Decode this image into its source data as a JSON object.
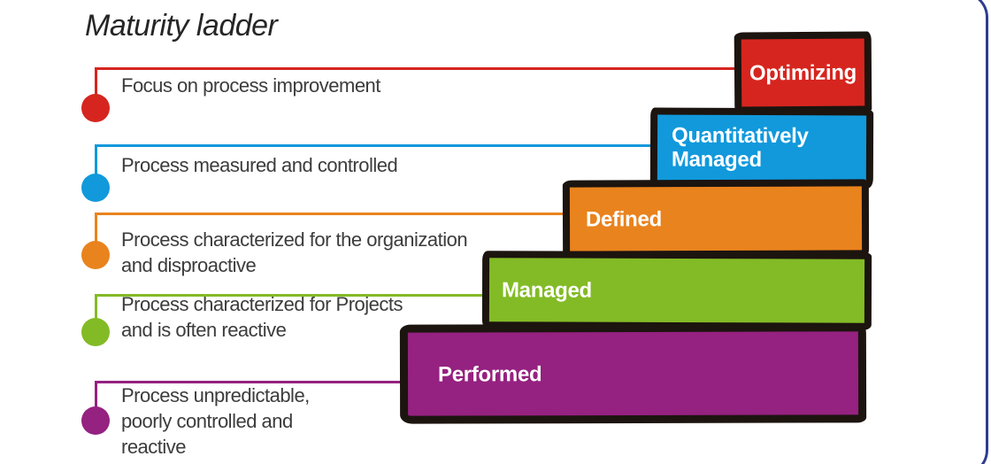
{
  "title": "Maturity ladder",
  "frame_color": "#2e3c8e",
  "ink_border_color": "#1c140f",
  "text_color": "#3c3c3c",
  "label_text_color": "#ffffff",
  "levels": [
    {
      "name": "Optimizing",
      "color": "#d6251f",
      "label_lines": [
        "Optimizing"
      ],
      "description_lines": [
        "Focus on process improvement"
      ]
    },
    {
      "name": "Quantitatively Managed",
      "color": "#1199dc",
      "label_lines": [
        "Quantitatively",
        "Managed"
      ],
      "description_lines": [
        "Process measured and controlled"
      ]
    },
    {
      "name": "Defined",
      "color": "#e9831d",
      "label_lines": [
        "Defined"
      ],
      "description_lines": [
        "Process characterized for the organization",
        "and disproactive"
      ]
    },
    {
      "name": "Managed",
      "color": "#83bb26",
      "label_lines": [
        "Managed"
      ],
      "description_lines": [
        "Process characterized for Projects",
        "and is often reactive"
      ]
    },
    {
      "name": "Performed",
      "color": "#952180",
      "label_lines": [
        "Performed"
      ],
      "description_lines": [
        "Process unpredictable,",
        "poorly controlled and",
        "reactive"
      ]
    }
  ]
}
